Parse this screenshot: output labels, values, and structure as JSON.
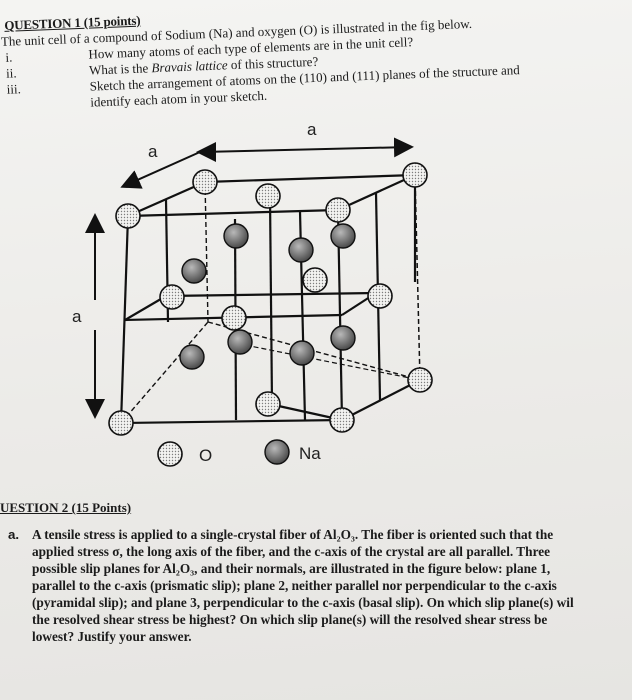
{
  "question1": {
    "title": "QUESTION 1 (15 points)",
    "intro": "The unit cell of a compound of Sodium (Na) and oxygen (O) is illustrated in the fig below.",
    "items": [
      {
        "num": "i.",
        "text": "How many atoms of each type of elements are in the unit cell?"
      },
      {
        "num": "ii.",
        "text": "What is the Bravais lattice of this structure?"
      },
      {
        "num": "iii.",
        "text": "Sketch the arrangement of atoms on the (110) and (111) planes of the structure and",
        "text2": "identify each atom in your sketch."
      }
    ]
  },
  "figure": {
    "axis_labels": {
      "top": "a",
      "left_top": "a",
      "side": "a"
    },
    "legend": [
      {
        "symbol": "O",
        "label": "O"
      },
      {
        "symbol": "Na",
        "label": "Na"
      }
    ]
  },
  "question2": {
    "title": "UESTION 2 (15 Points)",
    "marker": "a.",
    "lines": [
      "A tensile stress is applied to a single-crystal fiber of Al₂O₃. The fiber is oriented such that the",
      "applied stress σ, the long axis of the fiber, and the c-axis of the crystal are all parallel. Three",
      "possible slip planes for Al₂O₃, and their normals, are illustrated in the figure below: plane 1,",
      "parallel to the c-axis (prismatic slip); plane 2, neither parallel nor perpendicular to the c-axis",
      "(pyramidal slip); and plane 3, perpendicular to the c-axis (basal slip). On which slip plane(s) wil",
      "the resolved shear stress be highest? On which slip plane(s) will the resolved shear stress be",
      "lowest? Justify your answer."
    ]
  },
  "colors": {
    "na_fill": "#8a8a8a",
    "o_fill": "#f2f2f2",
    "ink": "#1b1b1b"
  }
}
